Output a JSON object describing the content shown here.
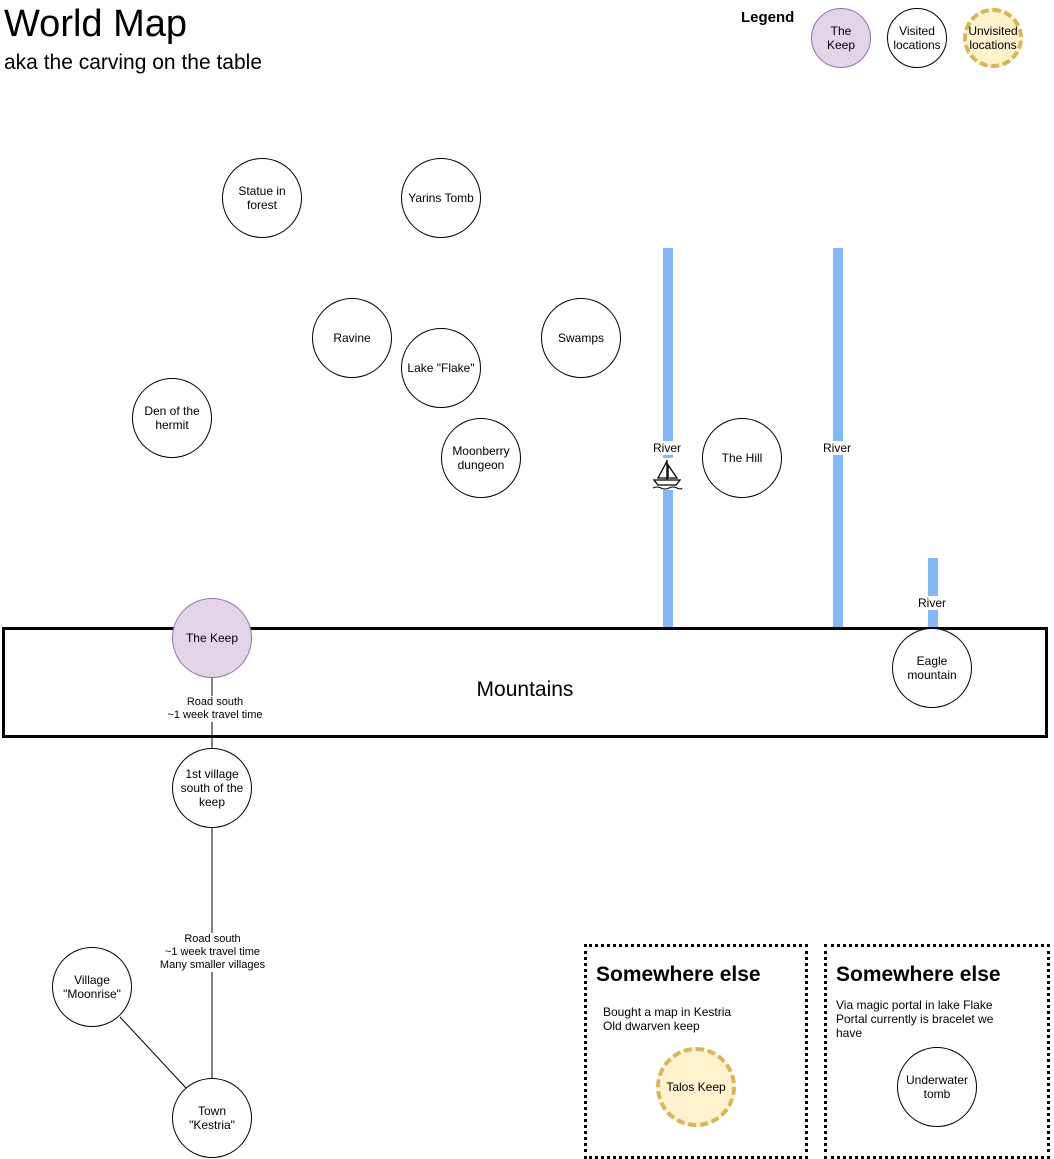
{
  "header": {
    "title": "World Map",
    "subtitle": "aka the carving on the table"
  },
  "legend": {
    "label": "Legend",
    "keep": "The Keep",
    "visited": "Visited\nlocations",
    "unvisited": "Unvisited\nlocations"
  },
  "colors": {
    "keep_fill": "#e1d5e7",
    "keep_stroke": "#9673a6",
    "unvisited_fill": "#fff2cc",
    "unvisited_stroke": "#d6b656",
    "river": "#82b8f8"
  },
  "locations": {
    "statue": "Statue in\nforest",
    "yarins_tomb": "Yarins Tomb",
    "ravine": "Ravine",
    "lake_flake": "Lake \"Flake\"",
    "swamps": "Swamps",
    "den_hermit": "Den of the\nhermit",
    "moonberry": "Moonberry\ndungeon",
    "the_hill": "The Hill",
    "the_keep": "The Keep",
    "eagle_mountain": "Eagle\nmountain",
    "village_south": "1st village\nsouth of the\nkeep",
    "village_moonrise": "Village\n\"Moonrise\"",
    "town_kestria": "Town \"Kestria\""
  },
  "rivers": {
    "river1": "River",
    "river2": "River",
    "river3": "River",
    "boat_icon": "sailboat-icon"
  },
  "mountains": {
    "label": "Mountains"
  },
  "roads": {
    "road1": "Road south\n~1 week travel time",
    "road2": "Road south\n~1 week travel time\nMany smaller villages"
  },
  "elsewhere_1": {
    "title": "Somewhere else",
    "text": "Bought a map in Kestria\nOld dwarven keep",
    "location": "Talos Keep"
  },
  "elsewhere_2": {
    "title": "Somewhere else",
    "text": "Via magic portal in lake Flake\nPortal currently is bracelet we\nhave",
    "location": "Underwater\ntomb"
  }
}
